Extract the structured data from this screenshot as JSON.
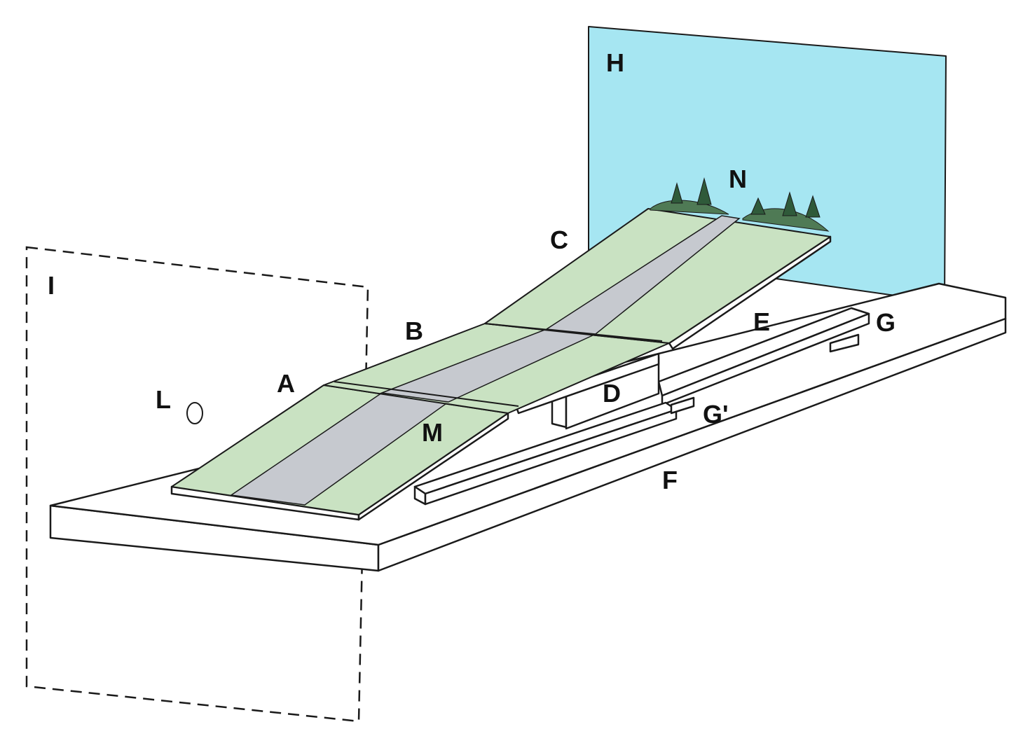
{
  "labels": {
    "A": "A",
    "B": "B",
    "C": "C",
    "D": "D",
    "E": "E",
    "F": "F",
    "G": "G",
    "G_prime": "G'",
    "H": "H",
    "I": "I",
    "L": "L",
    "M": "M",
    "N": "N"
  },
  "colors": {
    "backdrop": "#a6e6f2",
    "grass": "#c9e2c2",
    "road": "#c6c9cf",
    "trees": "#2f5a3a",
    "outline": "#1a1a1a",
    "base": "#ffffff"
  }
}
